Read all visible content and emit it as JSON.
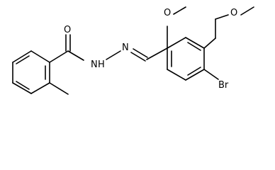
{
  "molecule": {
    "atoms": {
      "o_carbonyl": "O",
      "n_hydrazide": "N",
      "h_hydrazide": "H",
      "n_imine": "N",
      "o_methoxy_top": "O",
      "o_methoxy_right": "O",
      "br": "Br"
    }
  },
  "colors": {
    "bond": "#000000",
    "text": "#000000",
    "background": "#ffffff"
  }
}
